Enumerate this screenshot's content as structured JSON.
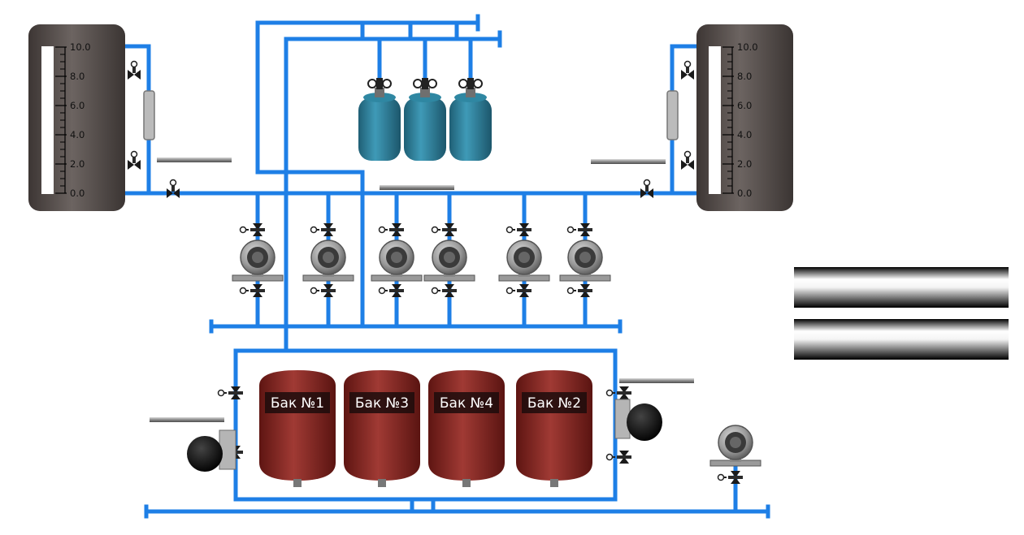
{
  "level_gauges": {
    "left": {
      "scale": [
        "10.0",
        "8.0",
        "6.0",
        "4.0",
        "2.0",
        "0.0"
      ],
      "level": 0
    },
    "right": {
      "scale": [
        "10.0",
        "8.0",
        "6.0",
        "4.0",
        "2.0",
        "0.0"
      ],
      "level": 0
    }
  },
  "expansion_tanks": [
    {
      "label": "Бак №1"
    },
    {
      "label": "Бак №3"
    },
    {
      "label": "Бак №4"
    },
    {
      "label": "Бак №2"
    }
  ],
  "colors": {
    "pipe": "#1e7fe6",
    "pipe_outline": "#0b4fa6",
    "tank_body": "#8c2a26",
    "gauge_body": "#58504c",
    "filter_body": "#2f7f99",
    "pump_body": "#a7a7a7"
  },
  "icons": {
    "valve": "valve-icon",
    "pump": "pump-icon",
    "filter": "filter-icon",
    "gauge": "level-gauge-icon"
  }
}
